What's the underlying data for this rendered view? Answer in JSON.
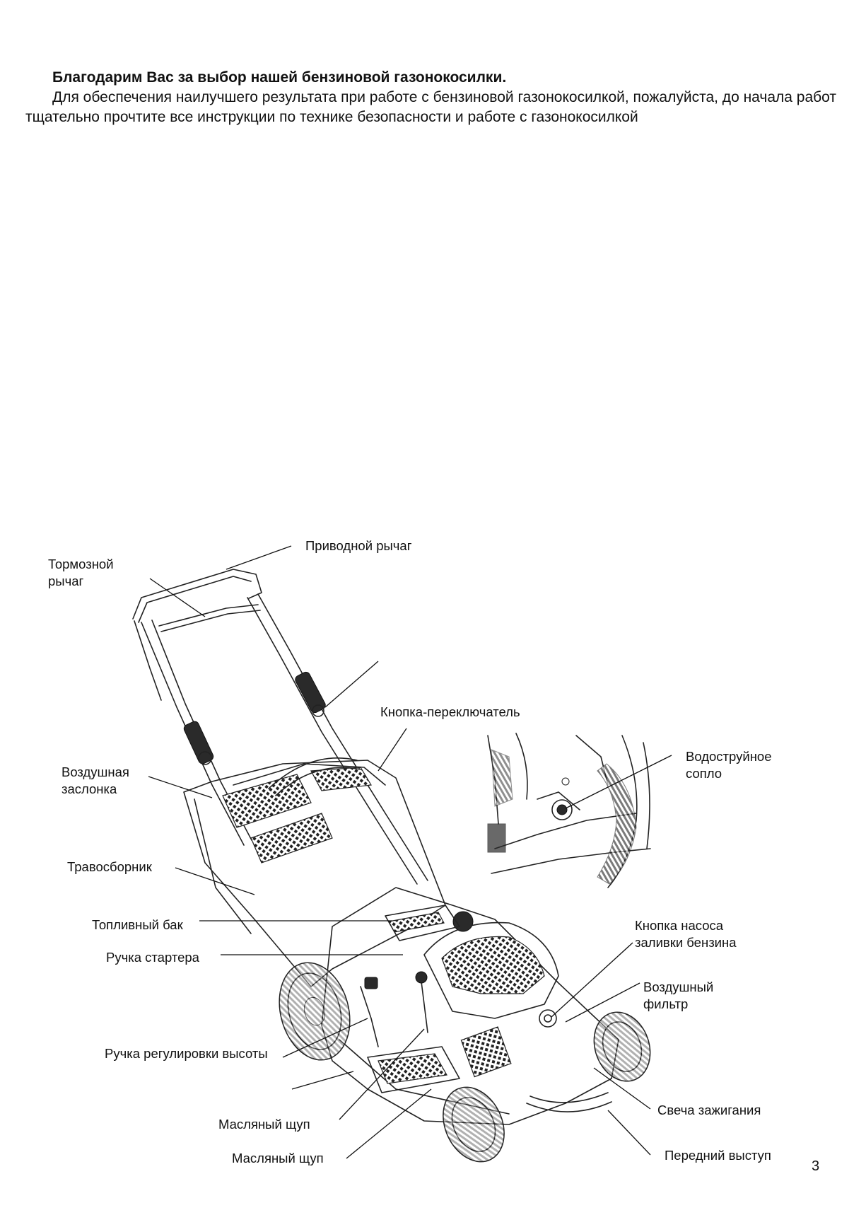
{
  "intro": {
    "lead": "Благодарим Вас за выбор нашей бензиновой газонокосилки.",
    "paragraph": "Для обеспечения наилучшего результата при работе с бензиновой газонокосилкой, пожалуйста, до начала работ тщательно прочтите все инструкции по технике безопасности и работе с газонокосилкой"
  },
  "labels": {
    "drive_lever": "Приводной рычаг",
    "brake_lever": "Тормозной\nрычаг",
    "toggle_button": "Кнопка-переключатель",
    "water_nozzle": "Водоструйное\nсопло",
    "choke": "Воздушная\nзаслонка",
    "grass_catcher": "Травосборник",
    "fuel_tank": "Топливный бак",
    "starter_handle": "Ручка стартера",
    "primer_button": "Кнопка насоса\nзаливки бензина",
    "air_filter": "Воздушный\nфильтр",
    "height_adjust": "Ручка регулировки высоты",
    "dipstick_1": "Масляный щуп",
    "spark_plug": "Свеча зажигания",
    "dipstick_2": "Масляный щуп",
    "front_bumper": "Передний выступ"
  },
  "icons": {
    "mower": "lawn-mower-illustration",
    "inset": "water-nozzle-detail-illustration"
  },
  "page_number": "3"
}
